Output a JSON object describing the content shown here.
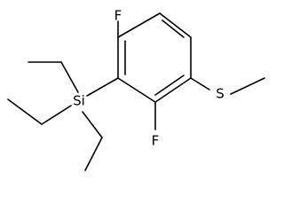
{
  "molecule": {
    "atoms": {
      "f_top": "F",
      "f_bottom": "F",
      "si": "Si",
      "s": "S"
    }
  }
}
